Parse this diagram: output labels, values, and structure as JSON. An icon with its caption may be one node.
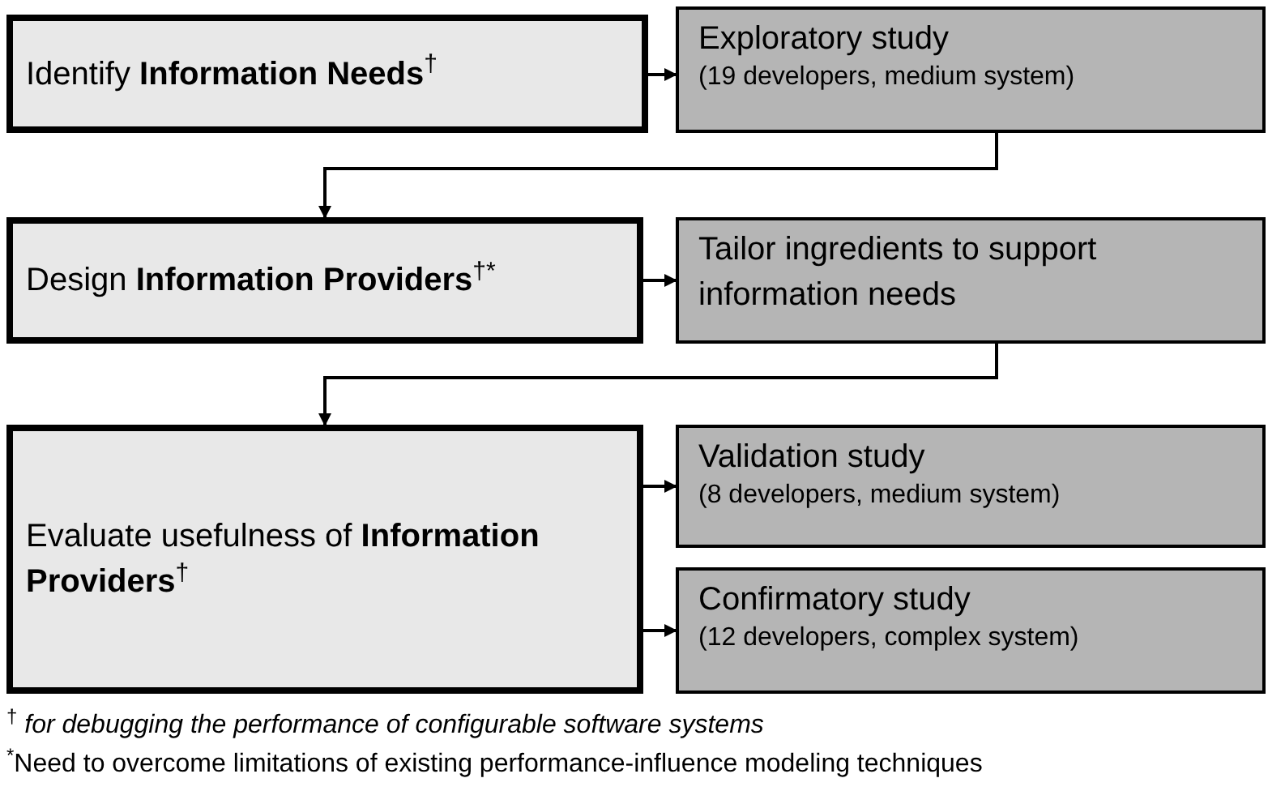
{
  "diagram": {
    "nodes": [
      {
        "text": [
          "Identify **Information Needs**$^{†}$"
        ]
      },
      {
        "text": [
          "Exploratory study",
          "(19 developers, medium system)"
        ]
      },
      {
        "text": [
          "Design **Information Providers**$^{†*}$"
        ]
      },
      {
        "text": [
          "Tailor ingredients to support information needs"
        ]
      },
      {
        "text": [
          "Evaluate usefulness of **Information Providers**$^{†}$"
        ]
      },
      {
        "text": [
          "Validation study",
          "(8 developers, medium system)"
        ]
      },
      {
        "text": [
          "Confirmatory study",
          "(12 developers, complex system)"
        ]
      }
    ],
    "edges": [
      {
        "from": 0,
        "to": 1,
        "arrow": "to"
      },
      {
        "from": 1,
        "to": 2,
        "arrow": "to"
      },
      {
        "from": 2,
        "to": 3,
        "arrow": "to"
      },
      {
        "from": 3,
        "to": 4,
        "arrow": "to"
      },
      {
        "from": 4,
        "to": 5,
        "arrow": "to"
      },
      {
        "from": 4,
        "to": 6,
        "arrow": "to"
      }
    ],
    "labels": [
      "$^{†}$ *for debugging the performance of configurable software systems*",
      "$^{*}$Need to overcome limitations of existing performance-influence modeling techniques"
    ]
  }
}
